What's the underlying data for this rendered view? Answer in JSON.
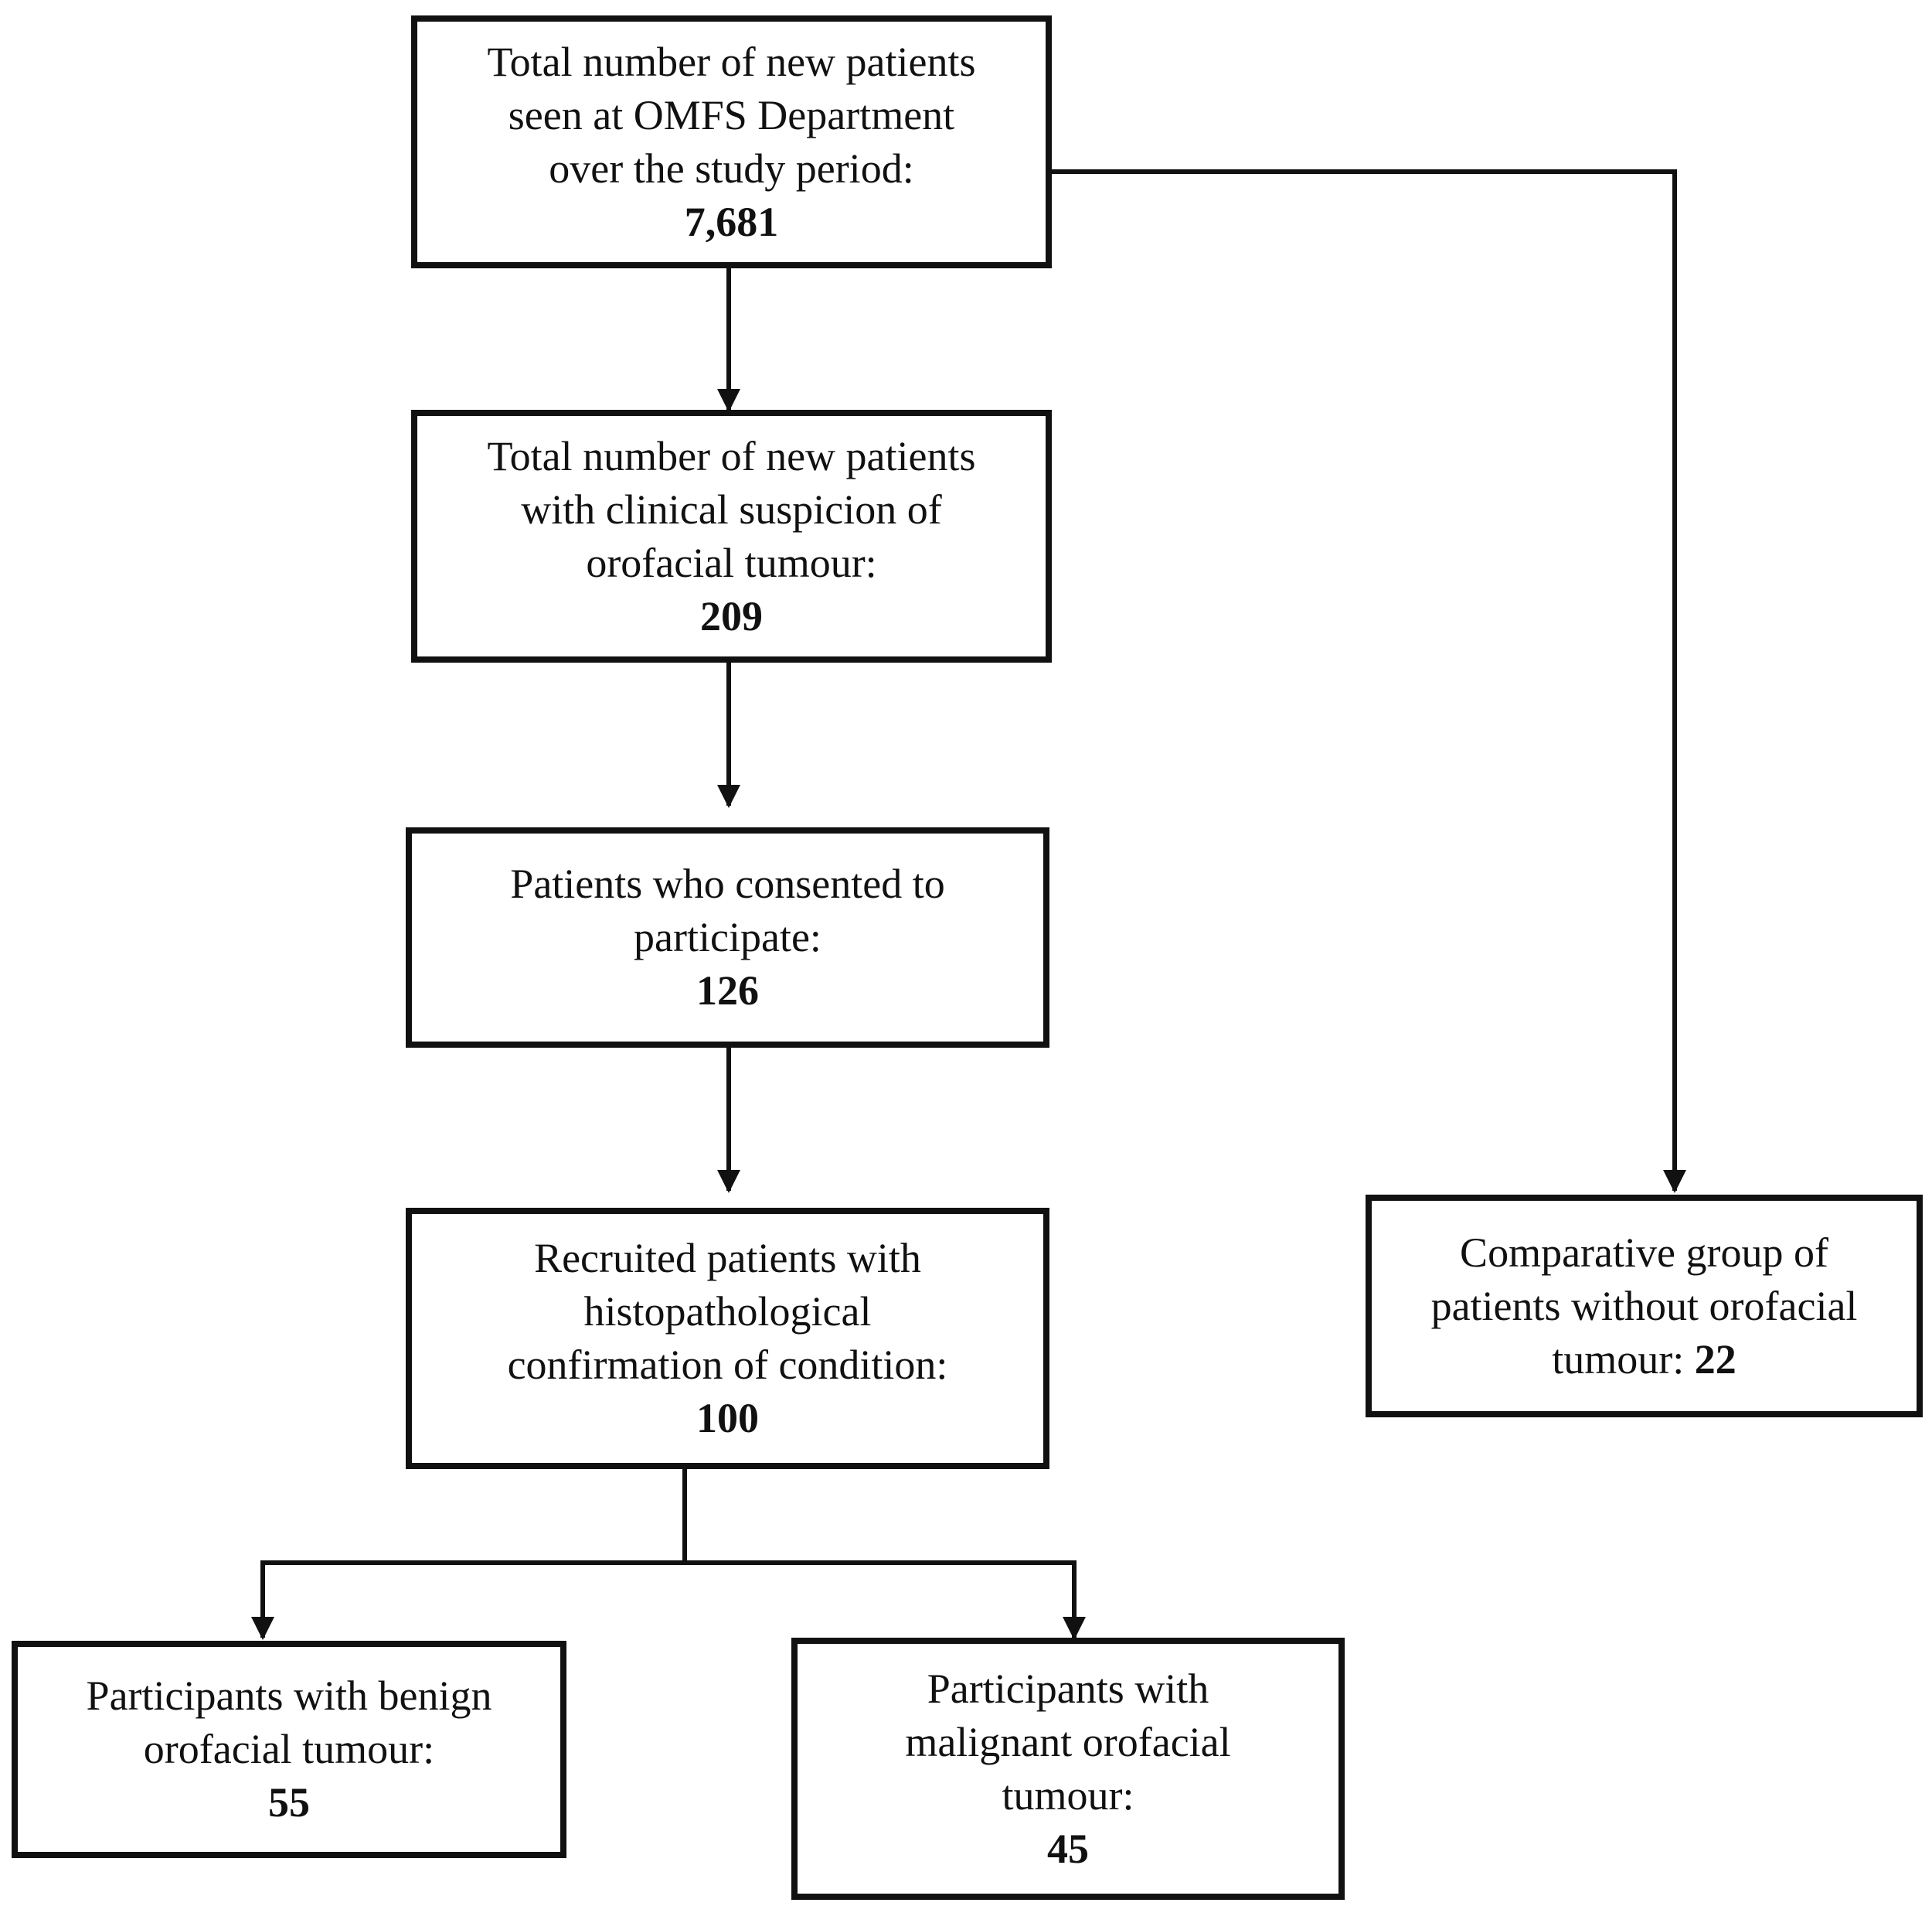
{
  "flowchart": {
    "total_seen": {
      "label": "Total number of new patients\nseen at OMFS Department\nover the study period:",
      "count": "7,681"
    },
    "clinical_suspicion": {
      "label": "Total number of new patients\nwith clinical suspicion of\norofacial tumour:",
      "count": "209"
    },
    "consented": {
      "label": "Patients who consented to\nparticipate:",
      "count": "126"
    },
    "recruited": {
      "label": "Recruited patients with\nhistopathological\nconfirmation of condition:",
      "count": "100"
    },
    "benign": {
      "label": "Participants with benign\norofacial tumour:",
      "count": "55"
    },
    "malignant": {
      "label": "Participants with\nmalignant orofacial\ntumour:",
      "count": "45"
    },
    "comparative": {
      "label": "Comparative group of\npatients without orofacial\ntumour:",
      "count": "22"
    }
  },
  "colors": {
    "stroke": "#111111",
    "background": "#ffffff"
  }
}
